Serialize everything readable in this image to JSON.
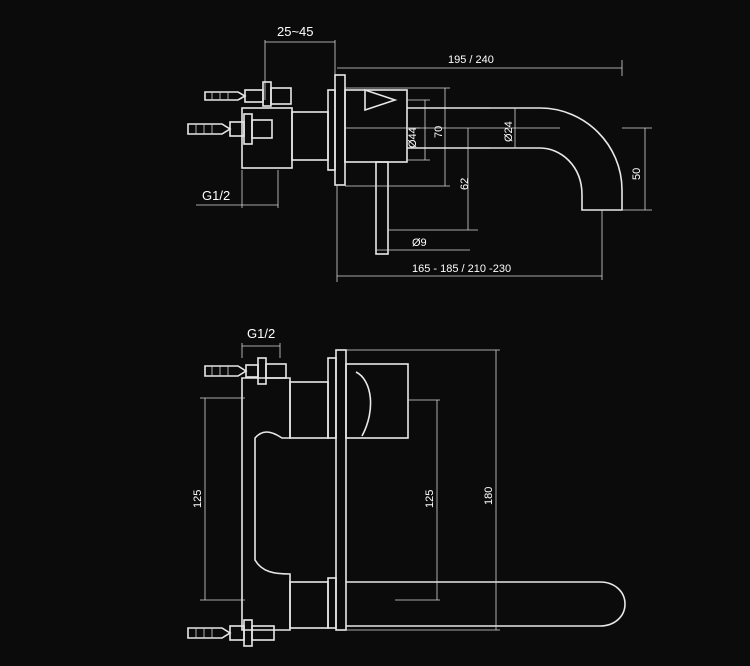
{
  "drawing": {
    "side_view": {
      "dims": {
        "install_depth": "25~45",
        "overall_length": "195 / 240",
        "inlet_thread": "G1/2",
        "body_dia": "Ø44",
        "plate_height": "70",
        "spout_dia": "Ø24",
        "lever_drop": "62",
        "spout_drop": "50",
        "lever_dia": "Ø9",
        "reach": "165 - 185 / 210 -230"
      }
    },
    "front_view": {
      "dims": {
        "inlet_thread": "G1/2",
        "inlet_spacing": "125",
        "outlet_offset": "125",
        "plate_total": "180"
      }
    }
  }
}
